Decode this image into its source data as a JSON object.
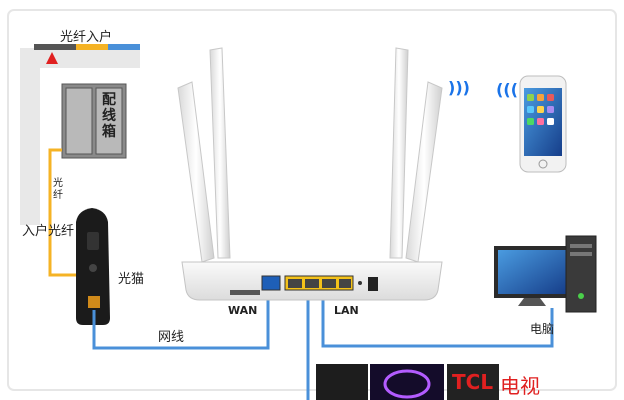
{
  "labels": {
    "fiber_entry": "光纤入户",
    "cabinet": "配线箱",
    "fiber_vertical": "光纤",
    "home_fiber": "入户光纤",
    "modem": "光猫",
    "cable": "网线",
    "wan": "WAN",
    "lan": "LAN",
    "computer": "电脑",
    "tv_brand": "TCL",
    "tv_word": "电视"
  },
  "colors": {
    "fiber_line": "#f5b325",
    "cable_line": "#4a90d9",
    "frame": "#e6e6e6",
    "tv_text": "#e02020"
  },
  "icons": {
    "router": "router-icon",
    "modem": "modem-icon",
    "phone": "smartphone-icon",
    "computer": "desktop-computer-icon",
    "tv": "tv-icon",
    "wifi": "wifi-signal-icon"
  }
}
